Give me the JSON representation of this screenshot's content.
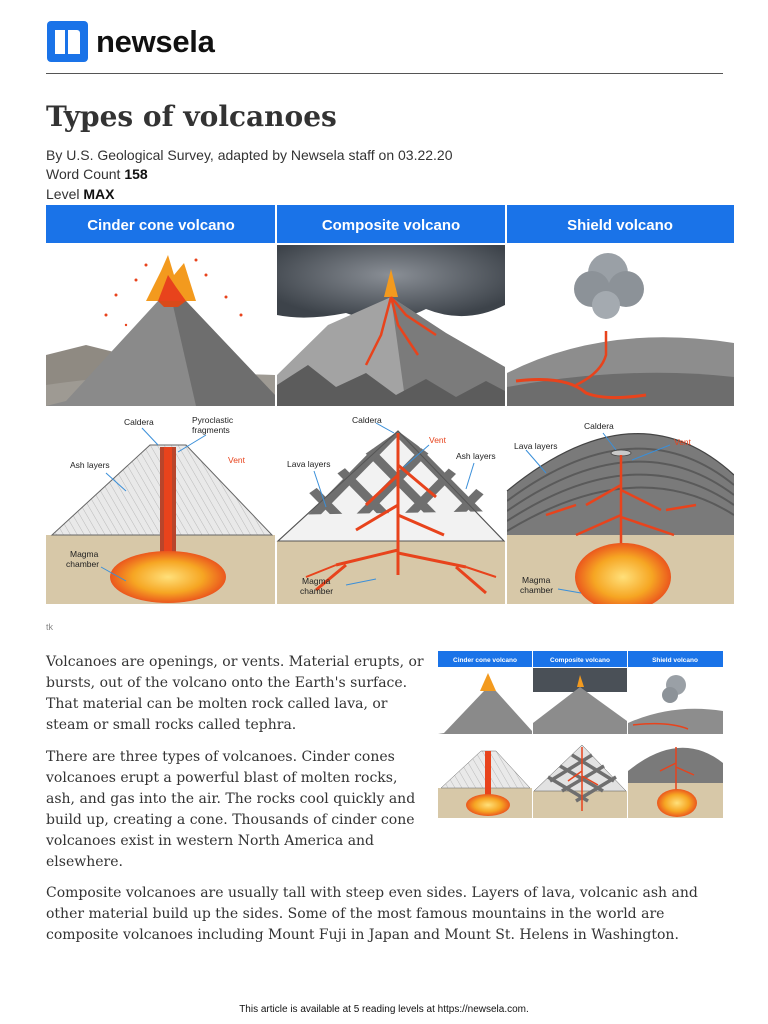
{
  "brand": {
    "name": "newsela"
  },
  "article": {
    "title": "Types of volcanoes",
    "byline": "By U.S. Geological Survey, adapted by Newsela staff on 03.22.20",
    "word_count_label": "Word Count",
    "word_count": "158",
    "level_label": "Level",
    "level": "MAX"
  },
  "figure": {
    "panels": [
      "Cinder cone volcano",
      "Composite volcano",
      "Shield volcano"
    ],
    "cinder_labels": {
      "caldera": "Caldera",
      "pyroclastic_1": "Pyroclastic",
      "pyroclastic_2": "fragments",
      "ash": "Ash layers",
      "vent": "Vent",
      "magma_1": "Magma",
      "magma_2": "chamber"
    },
    "composite_labels": {
      "caldera": "Caldera",
      "vent": "Vent",
      "lava": "Lava layers",
      "ash": "Ash layers",
      "magma_1": "Magma",
      "magma_2": "chamber"
    },
    "shield_labels": {
      "caldera": "Caldera",
      "vent": "Vent",
      "lava": "Lava layers",
      "magma_1": "Magma",
      "magma_2": "chamber"
    },
    "caption": "tk"
  },
  "paragraphs": [
    "Volcanoes are openings, or vents. Material erupts, or bursts, out of the volcano onto the Earth's surface. That material can be molten rock called lava, or steam or small rocks called tephra.",
    "There are three types of volcanoes. Cinder cones volcanoes erupt a powerful blast of molten rocks, ash, and gas into the air. The rocks cool quickly and build up, creating a cone. Thousands of cinder cone volcanoes exist in western North America and elsewhere.",
    "Composite volcanoes are usually tall with steep even sides. Layers of lava, volcanic ash and other material build up the sides. Some of the most famous mountains in the world are composite volcanoes including Mount Fuji in Japan and Mount St. Helens in Washington."
  ],
  "footer": "This article is available at 5 reading levels at https://newsela.com.",
  "colors": {
    "brand_blue": "#1a73e8",
    "lava": "#e8431c",
    "magma": "#f6a623"
  }
}
